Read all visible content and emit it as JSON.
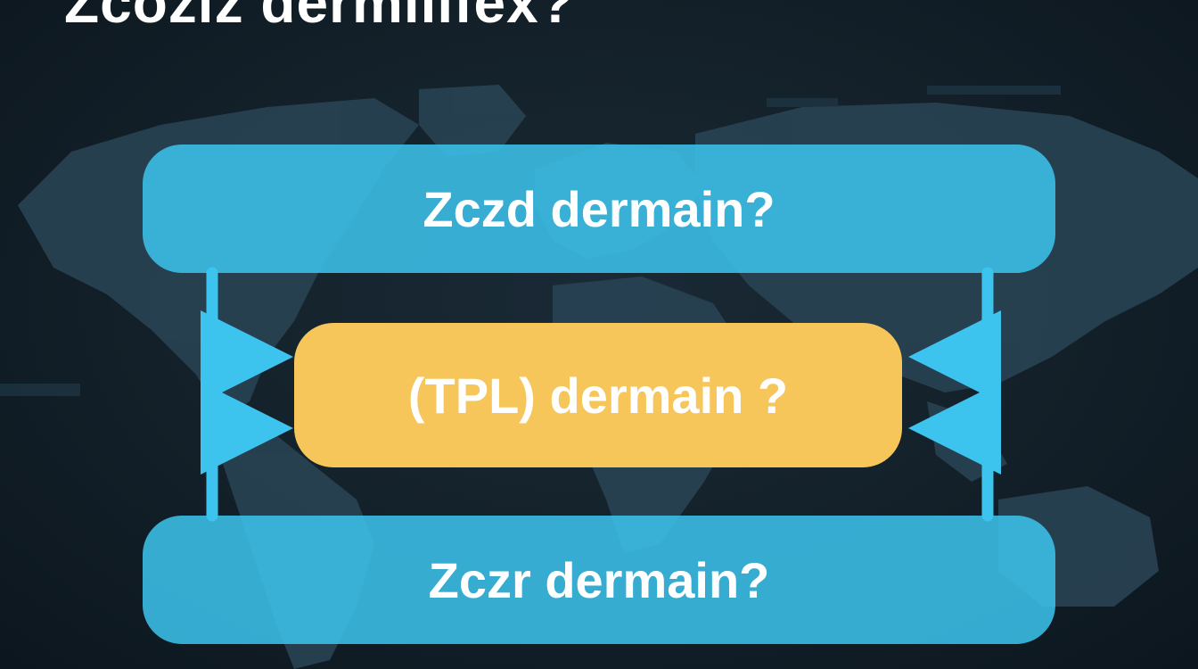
{
  "headline": "Zcoziz dermilifex?",
  "boxes": {
    "top_label": "Zczd dermain?",
    "middle_label": "(TPL) dermain ?",
    "bottom_label": "Zczr dermain?"
  },
  "colors": {
    "background": "#132029",
    "map_land": "#2a4556",
    "box_blue": "#3dc4ee",
    "box_amber": "#f6c65a",
    "text": "#ffffff"
  },
  "icons": [
    "world-map-icon",
    "curved-arrow-icon"
  ]
}
